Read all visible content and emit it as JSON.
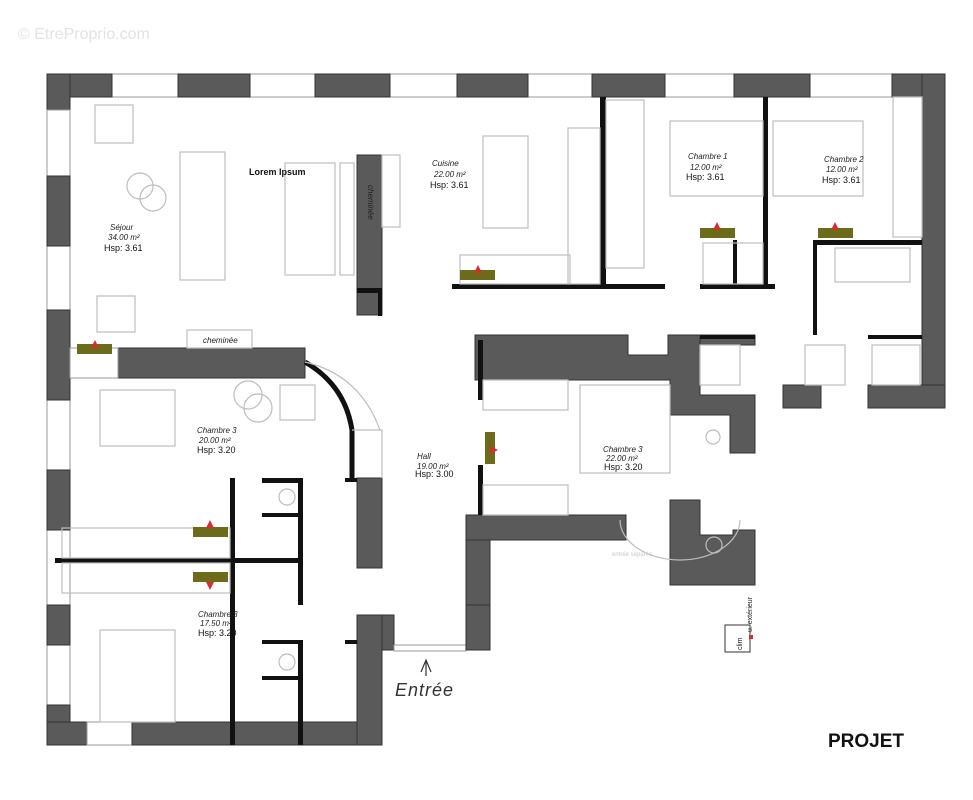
{
  "watermark": "© EtreProprio.com",
  "stamp": "PROJET",
  "entrance": "Entrée",
  "rooms": [
    {
      "name": "Séjour",
      "area": "34.00 m²",
      "hsp": "Hsp: 3.61"
    },
    {
      "name": "Cuisine",
      "area": "22.00 m²",
      "hsp": "Hsp: 3.61"
    },
    {
      "name": "Chambre 1",
      "area": "12.00 m²",
      "hsp": "Hsp: 3.61"
    },
    {
      "name": "Chambre 2",
      "area": "12.00 m²",
      "hsp": "Hsp: 3.61"
    },
    {
      "name": "Chambre 3",
      "area": "20.00 m²",
      "hsp": "Hsp: 3.20"
    },
    {
      "name": "Hall",
      "area": "19.00 m²",
      "hsp": "Hsp: 3.00"
    },
    {
      "name": "Chambre 3",
      "area": "22.00 m²",
      "hsp": "Hsp: 3.20"
    },
    {
      "name": "Chambre 3",
      "area": "17.50 m²",
      "hsp": "Hsp: 3.20"
    }
  ],
  "labels": {
    "lorem": "Lorem Ipsum",
    "chimney_vertical": "cheminée",
    "chimney_horizontal": "cheminée",
    "separate_entrance": "entrée séparée",
    "clim": "clim",
    "outdoor_unit": "u. extérieur"
  },
  "colors": {
    "wall": "#5a5a5a",
    "partition": "#111111",
    "radiator": "#6b6b1a",
    "marker": "#d32f2f"
  }
}
